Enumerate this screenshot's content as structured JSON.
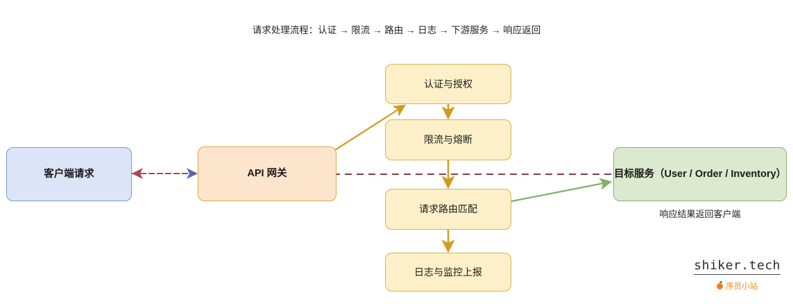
{
  "diagram": {
    "title": "请求处理流程：认证 → 限流 → 路由 → 日志 → 下游服务 → 响应返回",
    "nodes": {
      "client": "客户端请求",
      "gateway": "API 网关",
      "auth": "认证与授权",
      "ratelimit": "限流与熔断",
      "routing": "请求路由匹配",
      "logging": "日志与监控上报",
      "service": "目标服务（User / Order / Inventory）"
    },
    "captions": {
      "service_note": "响应结果返回客户端"
    },
    "colors": {
      "client_fill": "#dbe5f7",
      "client_stroke": "#7a9bcc",
      "gateway_fill": "#fde5cd",
      "gateway_stroke": "#d9a441",
      "step_fill": "#fdf0c8",
      "step_stroke": "#d9b14a",
      "service_fill": "#dbeacf",
      "service_stroke": "#8aab76",
      "flow_arrow": "#d19a1b",
      "response_arrow": "#7fb069",
      "dashed_line": "#8a3a4a",
      "client_arrow_left": "#b3444a",
      "client_arrow_right": "#4a6fb5",
      "watermark_accent": "#f47a20"
    }
  },
  "watermark": {
    "domain": "shiker.tech",
    "subtitle": "序员小站"
  }
}
